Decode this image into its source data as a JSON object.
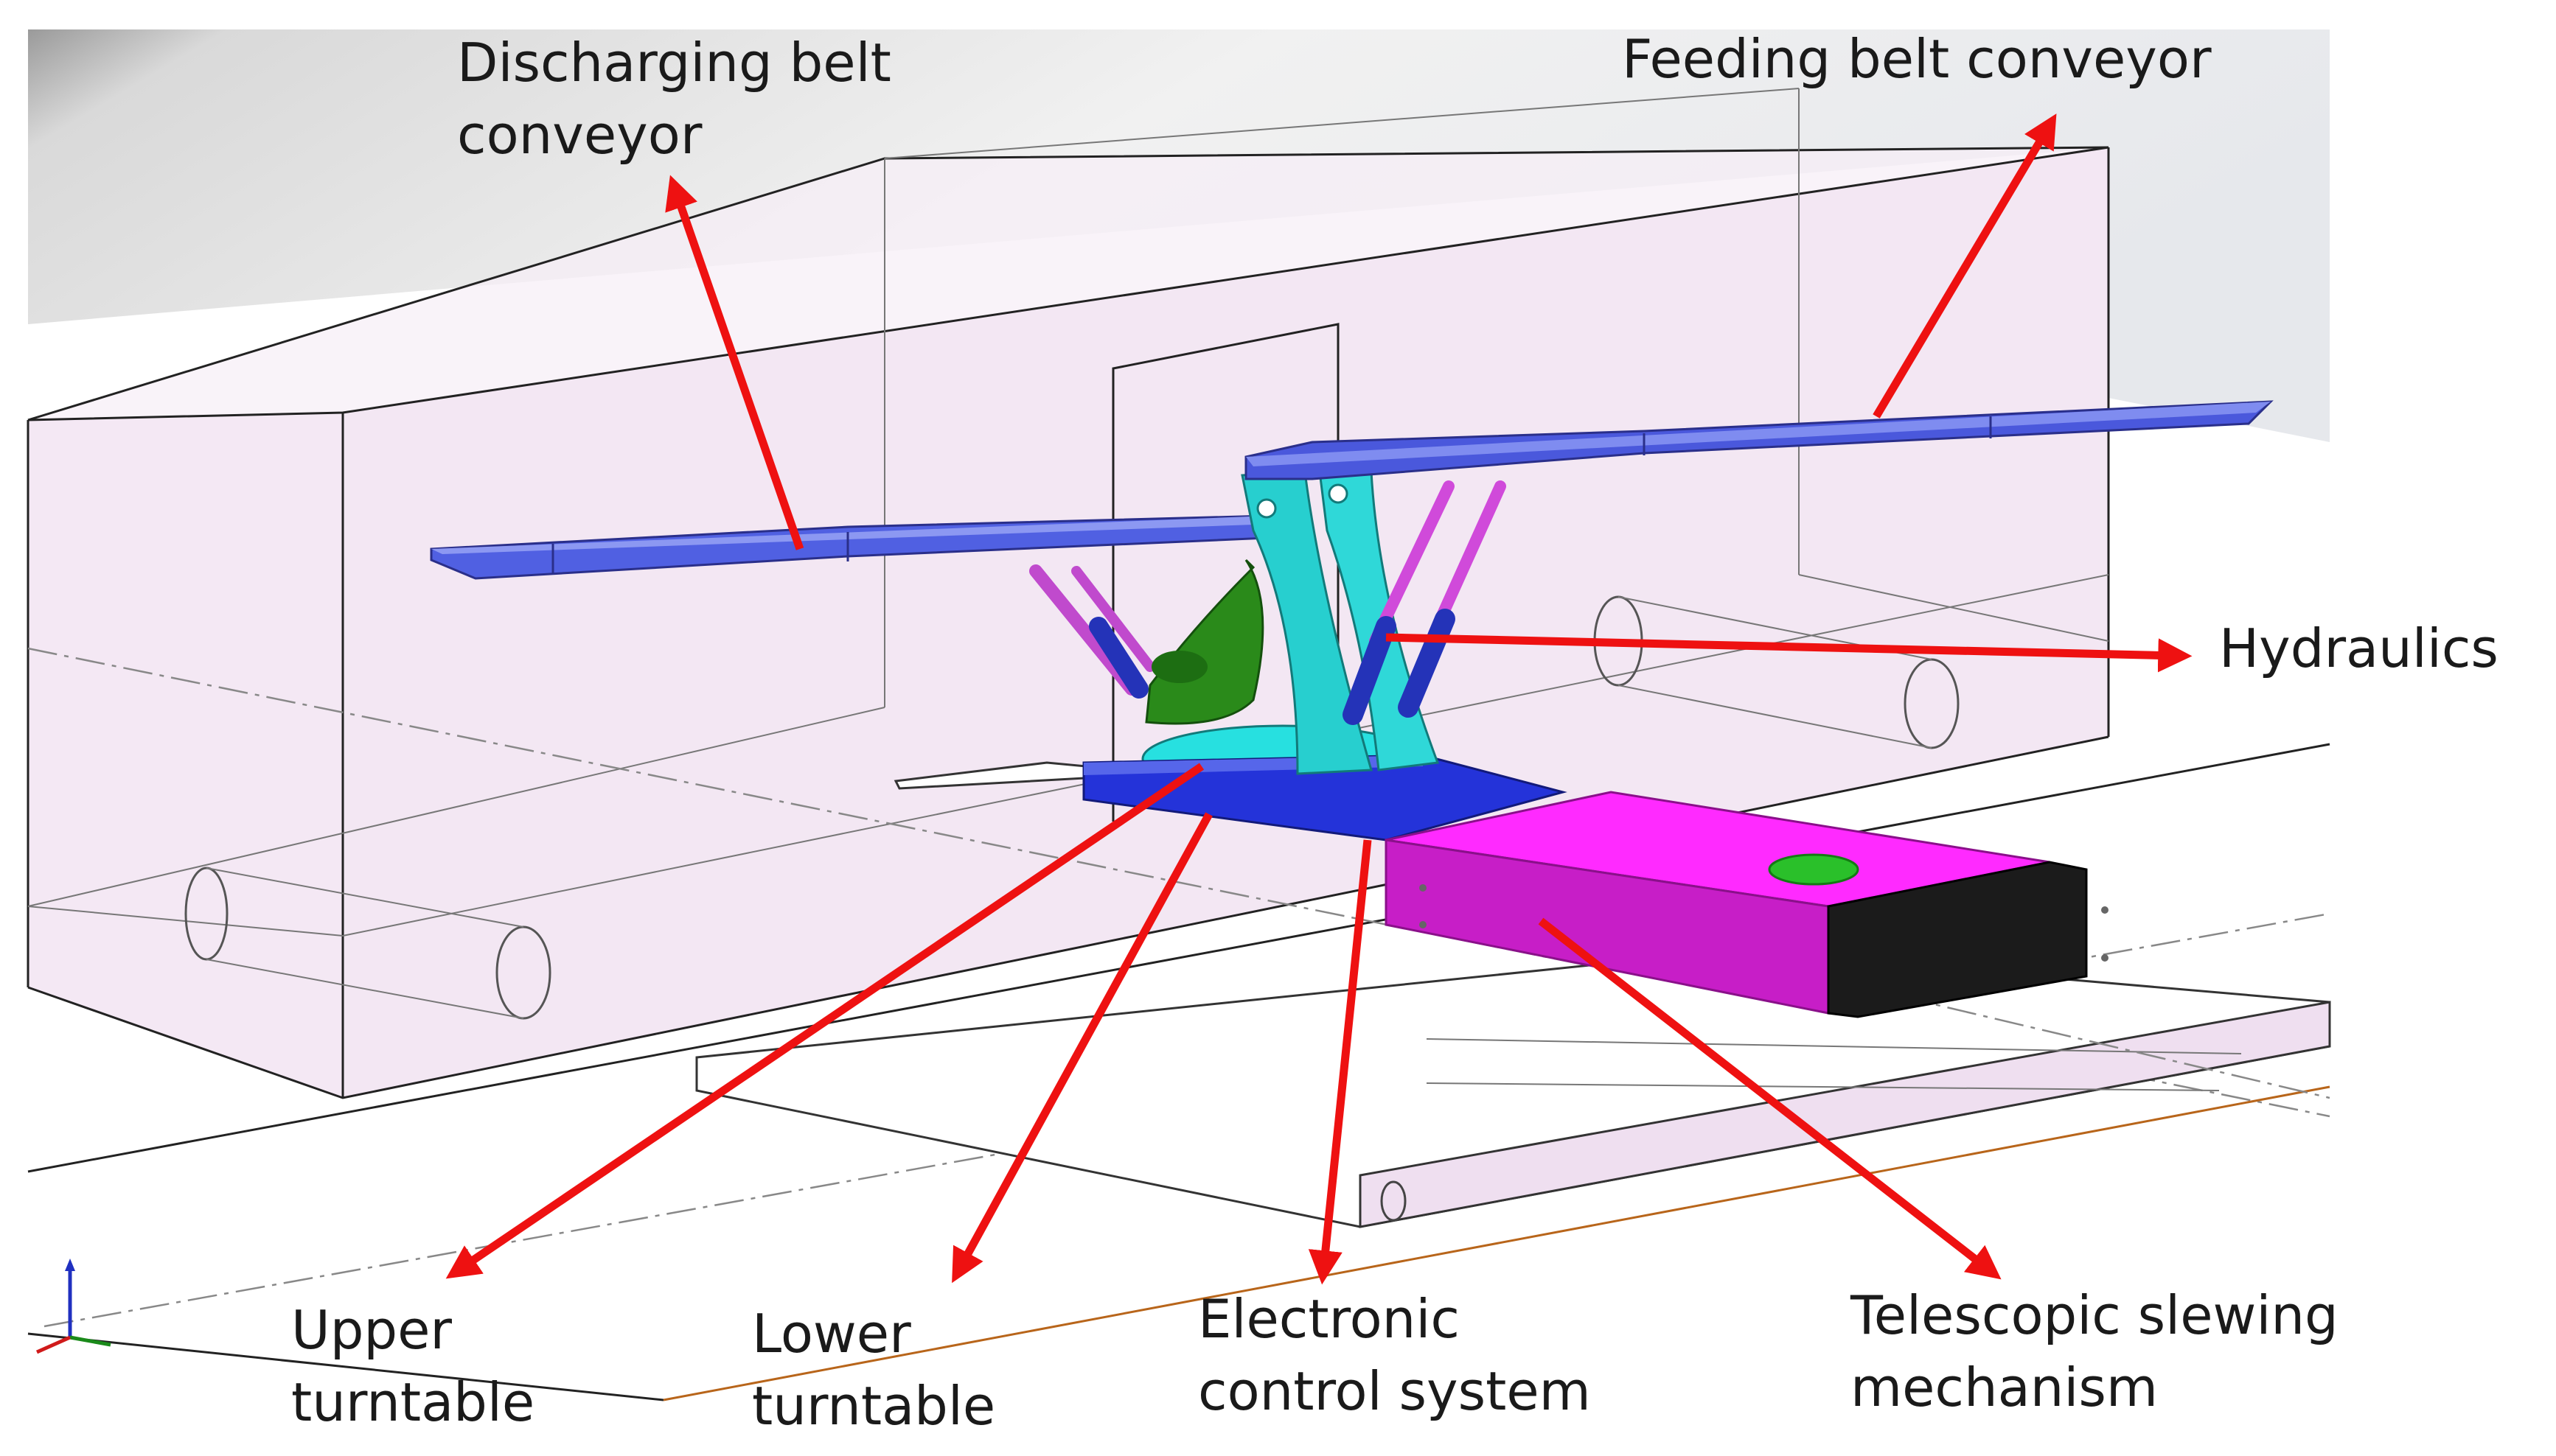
{
  "labels": {
    "discharging": [
      "Discharging belt",
      "conveyor"
    ],
    "feeding": [
      "Feeding belt conveyor"
    ],
    "hydraulics": [
      "Hydraulics"
    ],
    "upper_turntable": [
      "Upper",
      "turntable"
    ],
    "lower_turntable": [
      "Lower",
      "turntable"
    ],
    "electronic": [
      "Electronic",
      "control system"
    ],
    "telescopic": [
      "Telescopic slewing",
      "mechanism"
    ]
  },
  "colors": {
    "arrow": "#ee1111",
    "belt": "#4f5fe0",
    "frame": "#27d3d3",
    "cradle": "#2a8a1a",
    "lower_turntable": "#2433d9",
    "telescopic_box": "#d21fd2",
    "box_tint": "#f1e3f1",
    "wall": "#c8c8c8"
  },
  "icons": [
    "axis-triad-icon"
  ]
}
